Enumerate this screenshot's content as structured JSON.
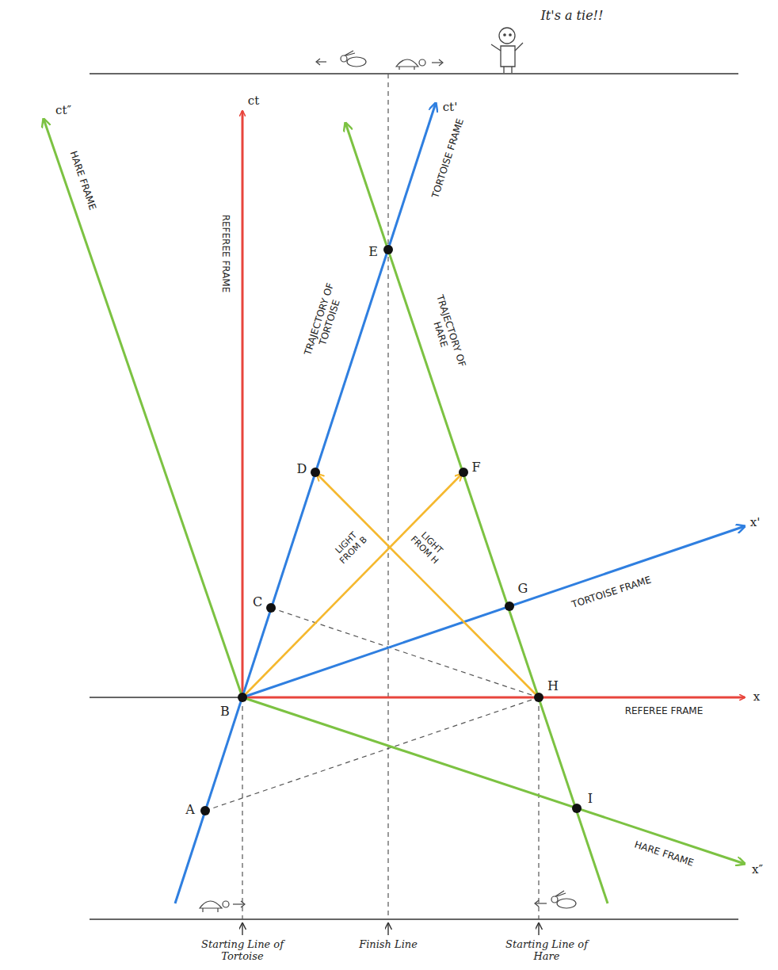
{
  "diagram": {
    "labels": [
      "It's a tie!!",
      "ct″",
      "ct",
      "ct'",
      "HARE FRAME",
      "REFEREE FRAME",
      "TORTOISE FRAME",
      "TRAJECTORY OF TORTOISE",
      "TRAJECTORY OF HARE",
      "LIGHT FROM B",
      "LIGHT FROM H",
      "x'",
      "TORTOISE FRAME",
      "x",
      "REFEREE FRAME",
      "x″",
      "HARE FRAME",
      "A",
      "B",
      "C",
      "D",
      "E",
      "F",
      "G",
      "H",
      "I",
      "Starting Line of Tortoise",
      "Finish Line",
      "Starting Line of Hare"
    ]
  }
}
